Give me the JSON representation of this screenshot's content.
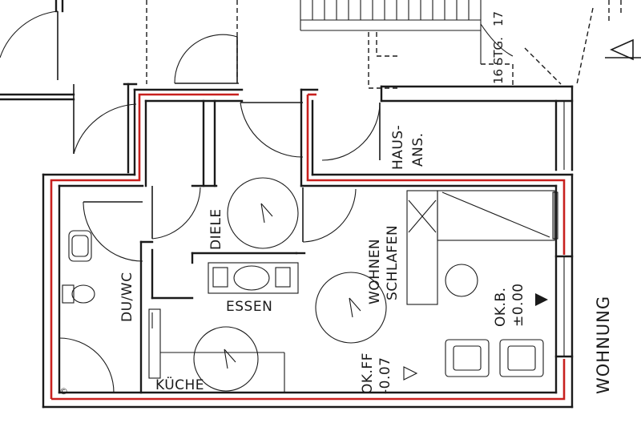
{
  "labels": {
    "stair_steps": "16 STG.17",
    "stair_steps_bottom": "16 STG.",
    "stair_steps_top": "17",
    "hausans_1": "HAUS-",
    "hausans_2": "ANS.",
    "diele": "DIELE",
    "wohnen": "WOHNEN",
    "schlafen": "SCHLAFEN",
    "duwc": "DU/WC",
    "essen": "ESSEN",
    "kueche": "KÜCHE",
    "okb_1": "OK.B.",
    "okb_2": "±0.00",
    "okff_1": "OK.FF",
    "okff_2": "-0.07",
    "wohnung": "WOHNUNG",
    "copyright": "©"
  },
  "colors": {
    "outline_red": "#c8201e",
    "ink": "#1a1a1a"
  },
  "symbols": [
    "section-marker-a",
    "level-marker-filled",
    "level-marker-open"
  ]
}
